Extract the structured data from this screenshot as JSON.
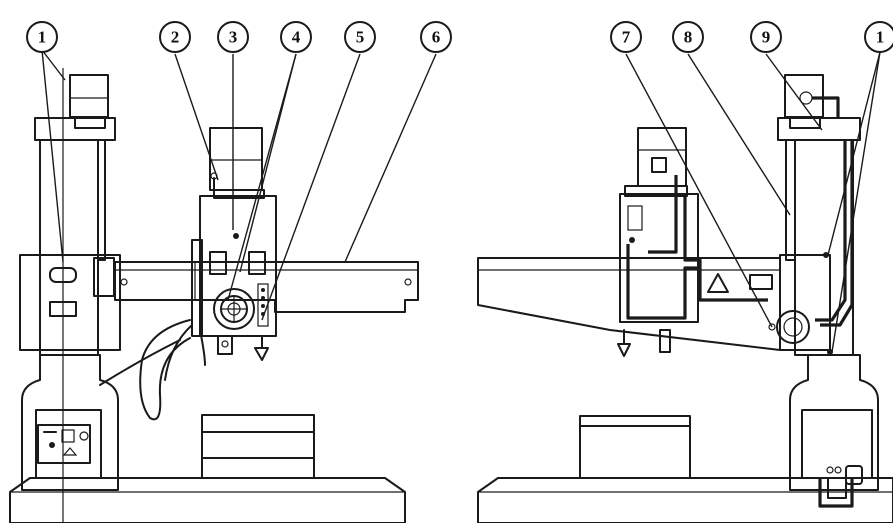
{
  "diagram": {
    "left_view": {
      "callouts": [
        "1",
        "2",
        "3",
        "4",
        "5",
        "6"
      ]
    },
    "right_view": {
      "callouts": [
        "7",
        "8",
        "9",
        "1"
      ]
    }
  },
  "colors": {
    "line": "#1a1a1a",
    "background": "#ffffff"
  }
}
